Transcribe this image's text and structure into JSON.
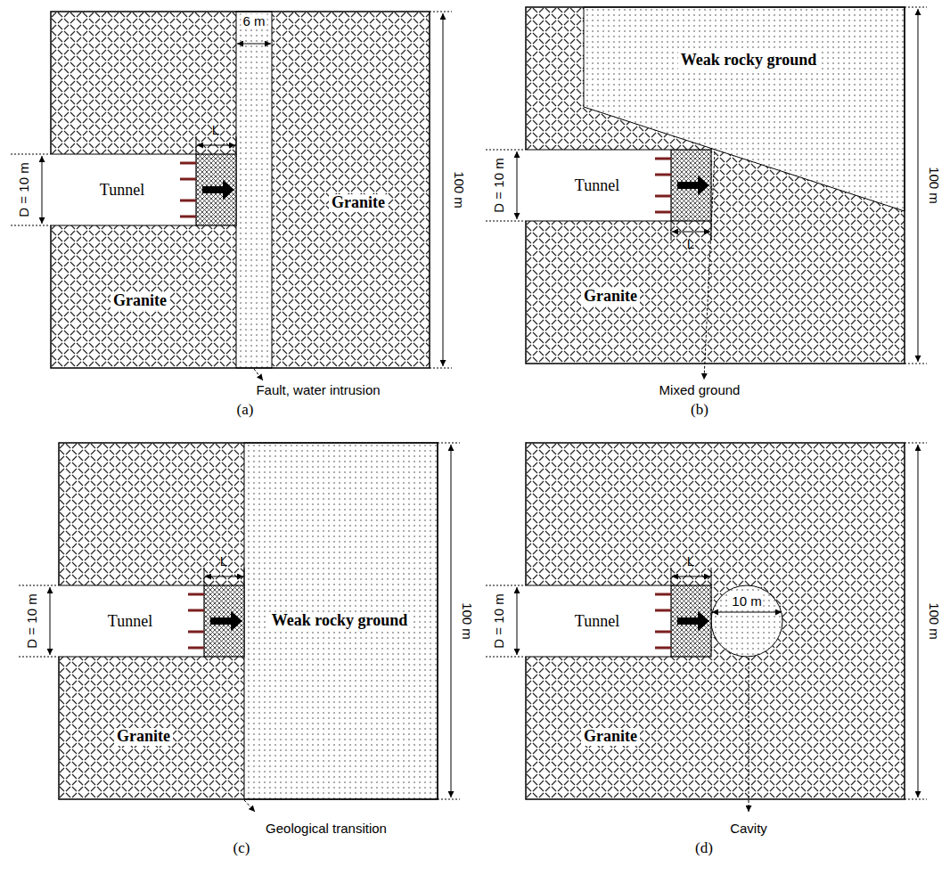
{
  "diagram": {
    "nodes": [
      {
        "text": [
          "Tunnel"
        ]
      },
      {
        "text": [
          "Tunnel"
        ]
      },
      {
        "text": [
          "Tunnel"
        ]
      },
      {
        "text": [
          "Tunnel"
        ]
      }
    ],
    "labels": [
      "6 m",
      "L",
      "D = 10 m",
      "Granite",
      "Granite",
      "100 m",
      "Fault, water intrusion",
      "(a)",
      "Weak rocky ground",
      "L",
      "D = 10 m",
      "Granite",
      "100 m",
      "Mixed ground",
      "(b)",
      "L",
      "D = 10 m",
      "Weak rocky ground",
      "Granite",
      "100 m",
      "Geological transition",
      "(c)",
      "L",
      "10 m",
      "D = 10 m",
      "Granite",
      "100 m",
      "Cavity",
      "(d)"
    ]
  }
}
